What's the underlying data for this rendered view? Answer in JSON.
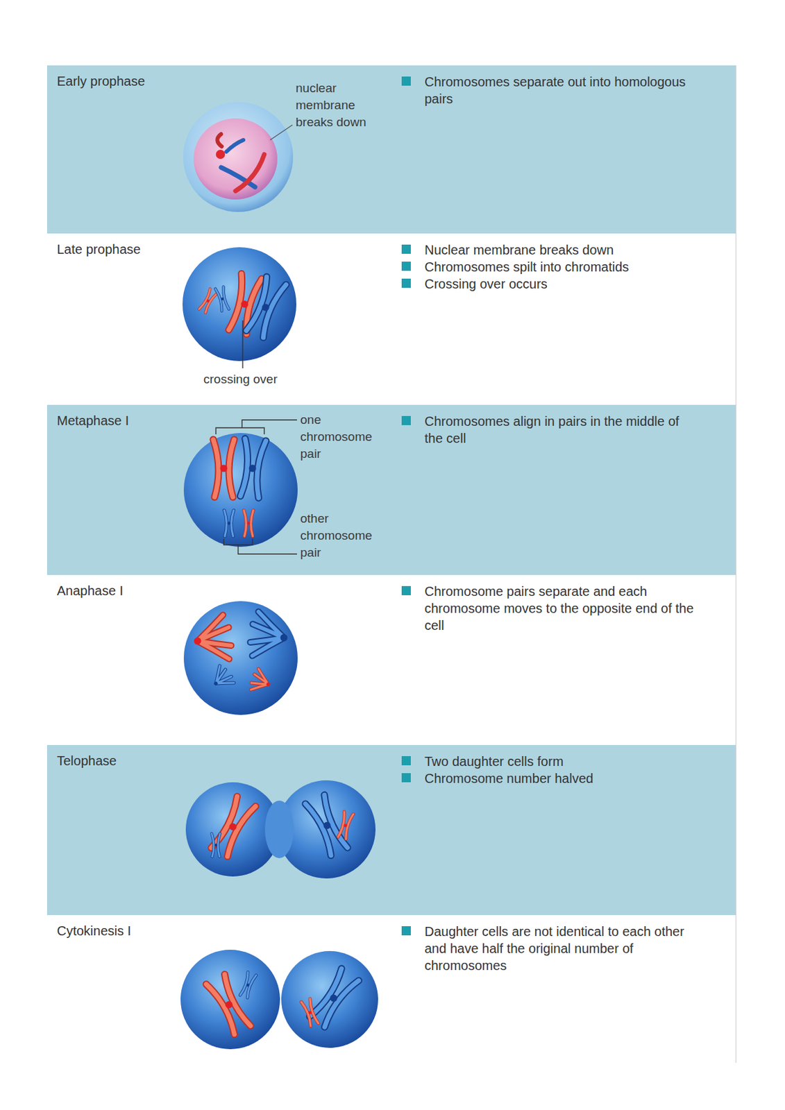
{
  "diagram": {
    "nodes": [
      {
        "text": [
          "Early prophase",
          "Chromosomes separate out into homologous pairs"
        ]
      },
      {
        "text": [
          "Late prophase",
          "Nuclear membrane breaks down",
          "Chromosomes spilt into chromatids",
          "Crossing over occurs"
        ]
      },
      {
        "text": [
          "Metaphase I",
          "Chromosomes align in pairs in the middle of the cell"
        ]
      },
      {
        "text": [
          "Anaphase I",
          "Chromosome pairs separate and each chromosome moves to the opposite end of the cell"
        ]
      },
      {
        "text": [
          "Telophase",
          "Two daughter cells form",
          "Chromosome number halved"
        ]
      },
      {
        "text": [
          "Cytokinesis I",
          "Daughter cells are not identical to each other and have half the original number of chromosomes"
        ]
      }
    ],
    "labels": [
      "nuclear membrane breaks down",
      "crossing over",
      "one chromosome pair",
      "other chromosome pair"
    ]
  }
}
